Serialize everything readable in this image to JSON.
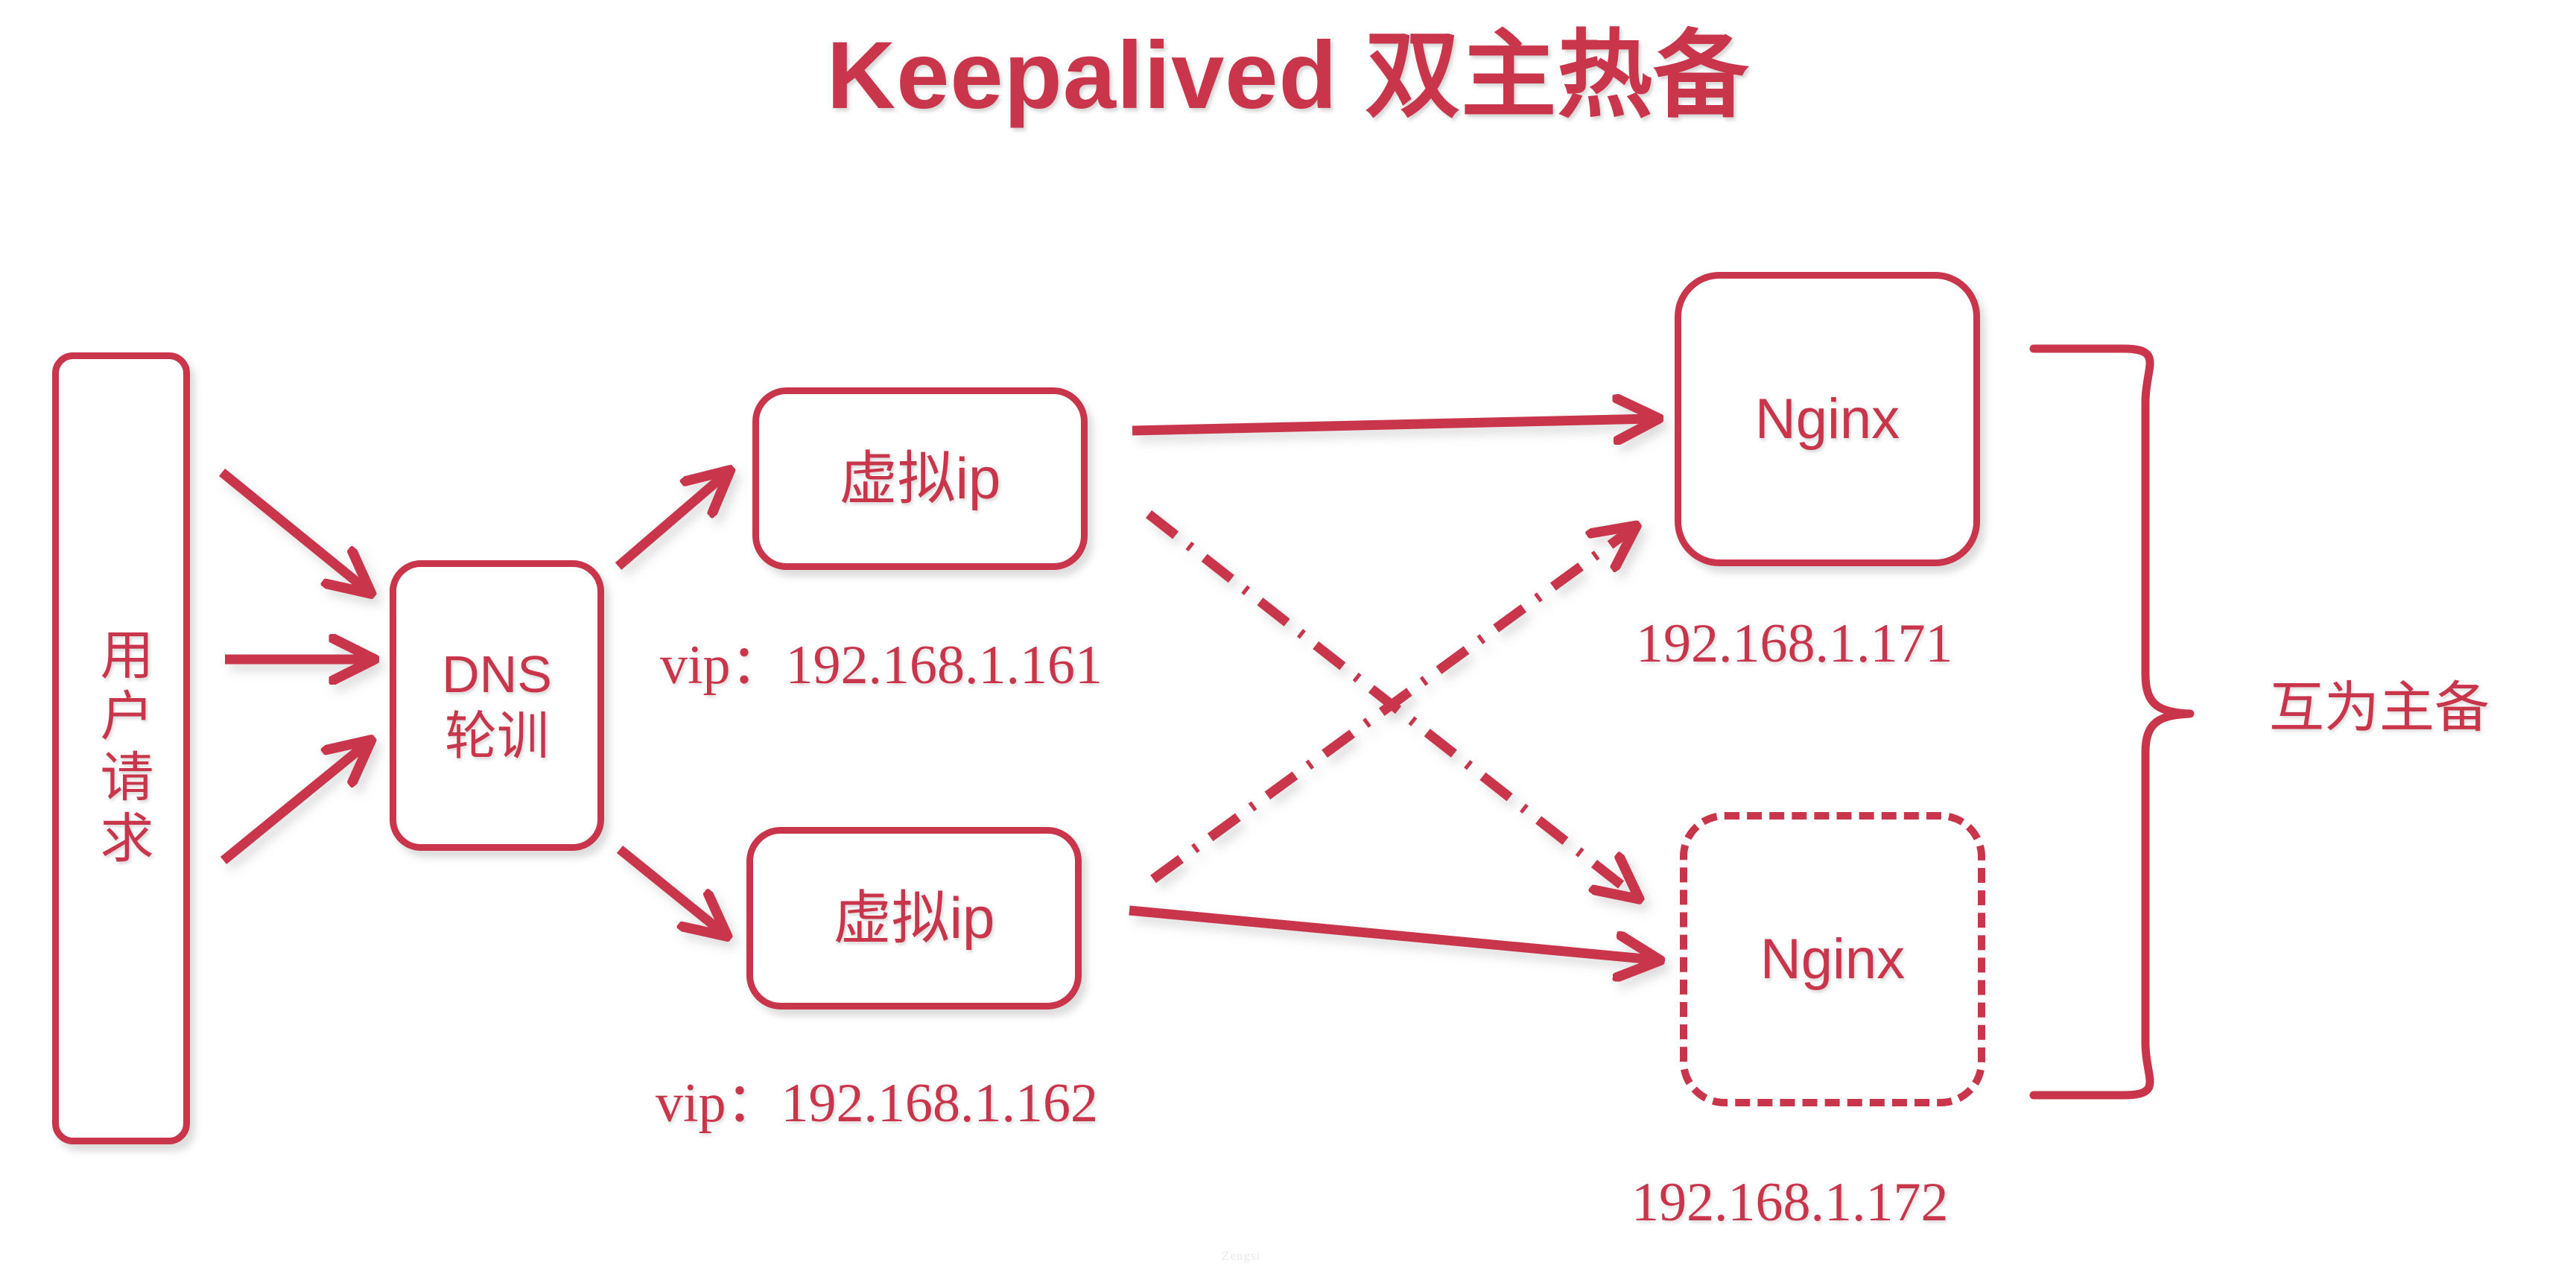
{
  "page": {
    "title": "Keepalived 双主热备",
    "background_color": "#FFFFFF",
    "accent_color": "#C9354B",
    "watermark": "Zengsi"
  },
  "nodes": {
    "user_request": {
      "label": "用户请求",
      "shape": "rounded-rectangle",
      "border_style": "solid"
    },
    "dns": {
      "line1": "DNS",
      "line2": "轮训",
      "shape": "rounded-rectangle",
      "border_style": "solid"
    },
    "vip_1": {
      "label": "虚拟ip",
      "shape": "rounded-rectangle",
      "border_style": "solid"
    },
    "vip_2": {
      "label": "虚拟ip",
      "shape": "rounded-rectangle",
      "border_style": "solid"
    },
    "nginx_1": {
      "label": "Nginx",
      "shape": "rounded-rectangle",
      "border_style": "solid"
    },
    "nginx_2": {
      "label": "Nginx",
      "shape": "rounded-rectangle",
      "border_style": "dashed"
    }
  },
  "captions": {
    "vip_1_address": "vip：192.168.1.161",
    "vip_2_address": "vip：192.168.1.162",
    "nginx_1_address": "192.168.1.171",
    "nginx_2_address": "192.168.1.172",
    "mutual_backup": "互为主备"
  },
  "edges": [
    {
      "from": "user_request",
      "to": "dns",
      "style": "solid",
      "arrow": "single"
    },
    {
      "from": "user_request",
      "to": "dns",
      "style": "solid",
      "arrow": "single"
    },
    {
      "from": "user_request",
      "to": "dns",
      "style": "solid",
      "arrow": "single"
    },
    {
      "from": "dns",
      "to": "vip_1",
      "style": "solid",
      "arrow": "single"
    },
    {
      "from": "dns",
      "to": "vip_2",
      "style": "solid",
      "arrow": "single"
    },
    {
      "from": "vip_1",
      "to": "nginx_1",
      "style": "solid",
      "arrow": "single"
    },
    {
      "from": "vip_2",
      "to": "nginx_2",
      "style": "solid",
      "arrow": "single"
    },
    {
      "from": "vip_1",
      "to": "nginx_2",
      "style": "dash-dot",
      "arrow": "single"
    },
    {
      "from": "vip_2",
      "to": "nginx_1",
      "style": "dash-dot",
      "arrow": "single"
    }
  ],
  "brace": {
    "groups": [
      "nginx_1",
      "nginx_2"
    ],
    "label": "互为主备"
  }
}
